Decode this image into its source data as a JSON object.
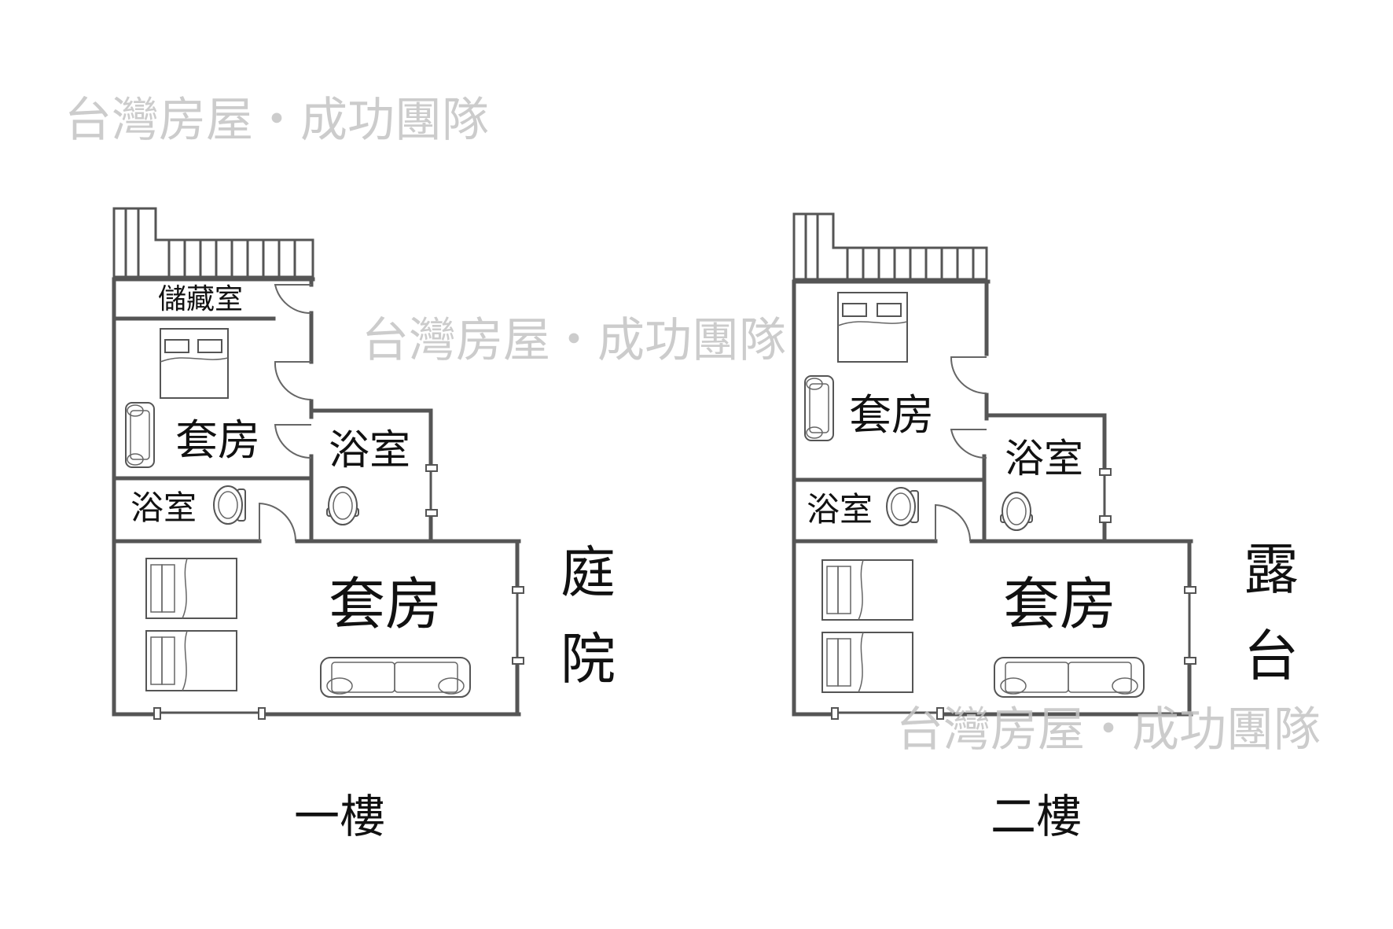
{
  "watermark": "台灣房屋・成功團隊",
  "floor1": {
    "caption": "一樓",
    "rooms": {
      "storage": "儲藏室",
      "suite_small": "套房",
      "bath_right": "浴室",
      "bath_left": "浴室",
      "suite_large": "套房"
    },
    "outside": {
      "line1": "庭",
      "line2": "院"
    }
  },
  "floor2": {
    "caption": "二樓",
    "rooms": {
      "suite_small": "套房",
      "bath_right": "浴室",
      "bath_left": "浴室",
      "suite_large": "套房"
    },
    "outside": {
      "line1": "露",
      "line2": "台"
    }
  }
}
